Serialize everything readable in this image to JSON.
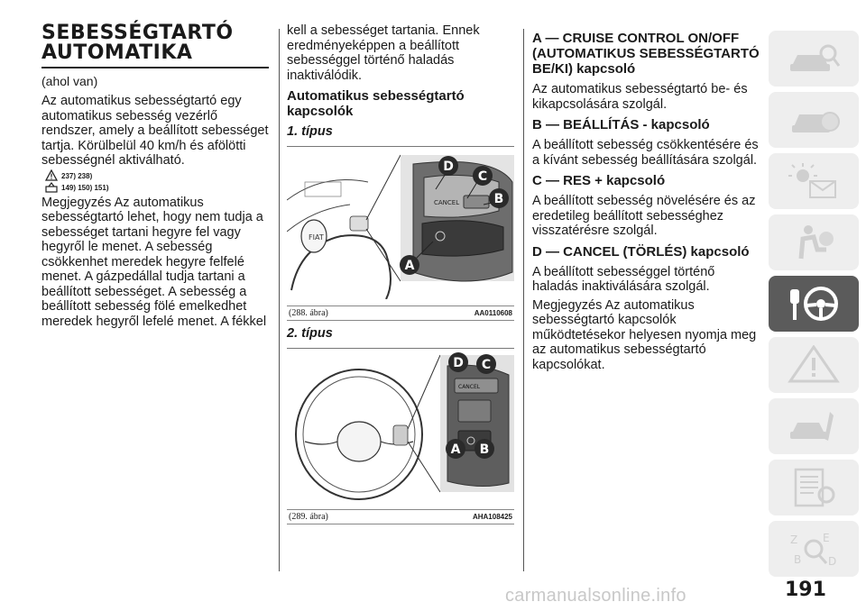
{
  "col1": {
    "title_line1": "SEBESSÉGTARTÓ",
    "title_line2": "AUTOMATIKA",
    "subtitle": "(ahol van)",
    "para1": "Az automatikus sebességtartó egy automatikus sebesség vezérlő rendszer, amely a beállított sebességet tartja. Körülbelül 40 km/h és afölötti sebességnél aktiválható.",
    "warn1": "237) 238)",
    "warn2": "149) 150) 151)",
    "para2": "Megjegyzés Az automatikus sebességtartó lehet, hogy nem tudja a sebességet tartani hegyre fel vagy hegyről le menet. A sebesség csökkenhet meredek hegyre felfelé menet. A gázpedállal tudja tartani a beállított sebességet. A sebesség a beállított sebesség fölé emelkedhet meredek hegyről lefelé menet. A fékkel"
  },
  "col2": {
    "para1": "kell a sebességet tartania. Ennek eredményeképpen a beállított sebességgel történő haladás inaktiválódik.",
    "heading": "Automatikus sebességtartó kapcsolók",
    "type1": "1. típus",
    "fig1_caption": "(288. ábra)",
    "fig1_code": "AA0110608",
    "type2": "2. típus",
    "fig2_caption": "(289. ábra)",
    "fig2_code": "AHA108425",
    "labels": {
      "a": "A",
      "b": "B",
      "c": "C",
      "d": "D"
    },
    "fig1_btn_text": "CANCEL",
    "fig2_btn_text": "CANCEL"
  },
  "col3": {
    "a_head": "A — CRUISE CONTROL ON/OFF (AUTOMATIKUS SEBESSÉGTARTÓ BE/KI) kapcsoló",
    "a_text": "Az automatikus sebességtartó be- és kikapcsolására szolgál.",
    "b_head": "B — BEÁLLÍTÁS - kapcsoló",
    "b_text": "A beállított sebesség csökkentésére és a kívánt sebesség beállítására szolgál.",
    "c_head": "C — RES + kapcsoló",
    "c_text": "A beállított sebesség növelésére és az eredetileg beállított sebességhez visszatérésre szolgál.",
    "d_head": "D — CANCEL (TÖRLÉS) kapcsoló",
    "d_text": "A beállított sebességgel történő haladás inaktiválására szolgál.",
    "note": "Megjegyzés Az automatikus sebességtartó kapcsolók működtetésekor helyesen nyomja meg az automatikus sebességtartó kapcsolókat."
  },
  "page_number": "191",
  "watermark": "carmanualsonline.info",
  "side_tabs": [
    {
      "icon": "car-search-icon",
      "active": false
    },
    {
      "icon": "car-dashboard-icon",
      "active": false
    },
    {
      "icon": "warning-light-mail-icon",
      "active": false
    },
    {
      "icon": "airbag-seatbelt-icon",
      "active": false
    },
    {
      "icon": "key-steering-wheel-icon",
      "active": true
    },
    {
      "icon": "road-warning-icon",
      "active": false
    },
    {
      "icon": "car-service-icon",
      "active": false
    },
    {
      "icon": "spec-sheet-icon",
      "active": false
    },
    {
      "icon": "alphabet-index-icon",
      "active": false
    }
  ],
  "colors": {
    "active_tab": "#5b5b5b",
    "inactive_tab": "#eeeeee",
    "label_circle": "#2a2a2a"
  }
}
